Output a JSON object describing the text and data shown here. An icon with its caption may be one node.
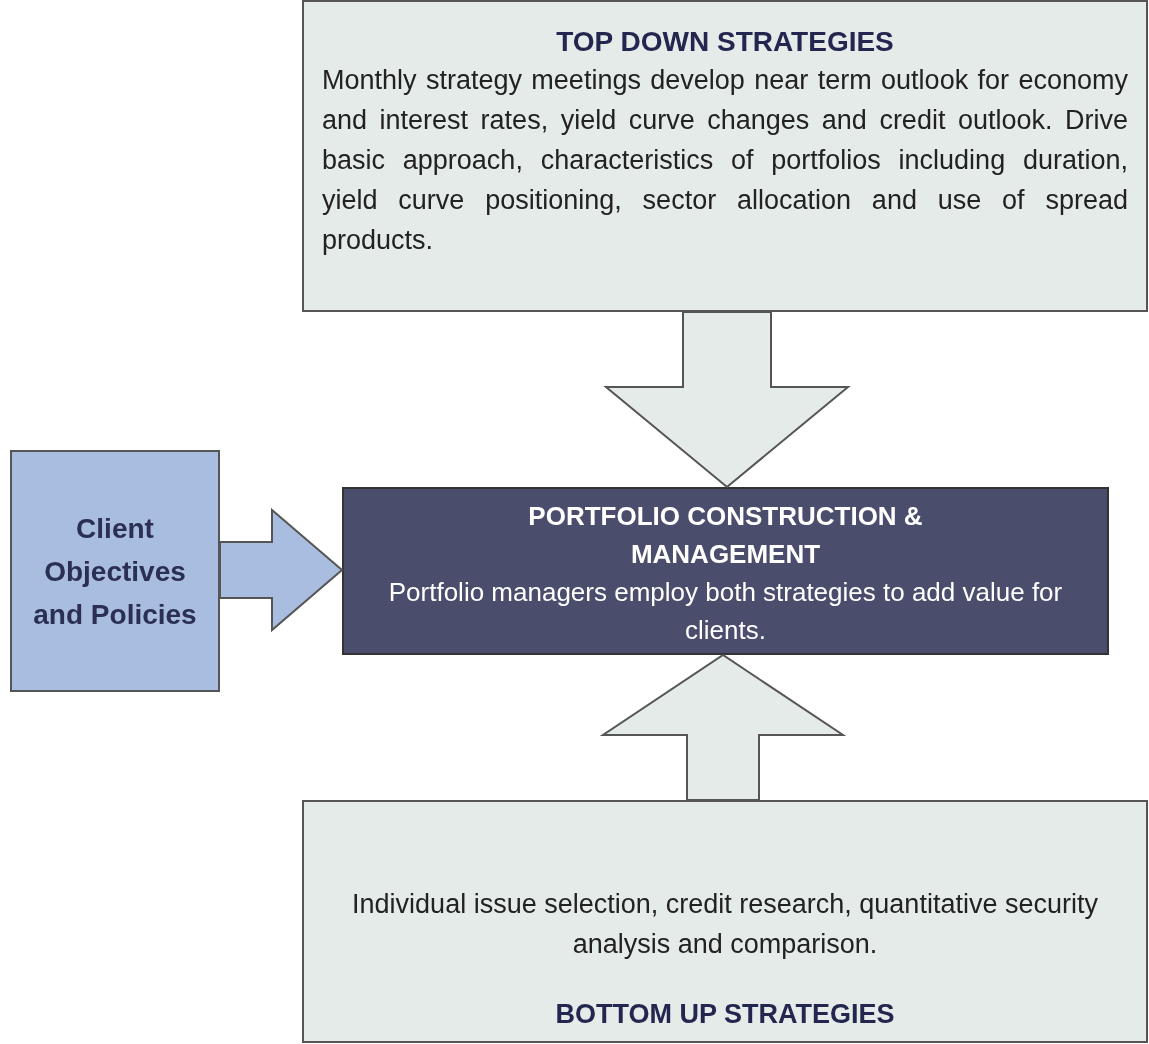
{
  "diagram": {
    "nodes": [
      {
        "text": [
          "TOP DOWN STRATEGIES",
          "Monthly strategy meetings develop near term outlook for economy and interest rates, yield curve changes and credit outlook. Drive basic approach, characteristics of portfolios including duration, yield curve positioning, sector allocation and use of spread products."
        ]
      },
      {
        "text": [
          "Client Objectives and Policies"
        ]
      },
      {
        "text": [
          "PORTFOLIO CONSTRUCTION & MANAGEMENT",
          "Portfolio managers employ both strategies to add value for clients."
        ]
      },
      {
        "text": [
          "Individual issue selection, credit research, quantitative security analysis and comparison.",
          "BOTTOM UP STRATEGIES"
        ]
      }
    ],
    "edges": [
      {
        "from": 0,
        "to": 2,
        "arrow": "to"
      },
      {
        "from": 1,
        "to": 2,
        "arrow": "to",
        "color": "#a9bde0"
      },
      {
        "from": 3,
        "to": 2,
        "arrow": "to"
      }
    ]
  }
}
